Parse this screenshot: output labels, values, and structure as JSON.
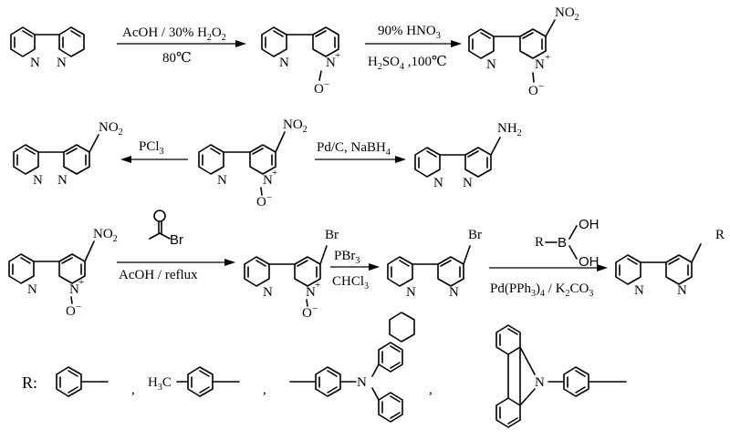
{
  "atoms": {
    "N": "N",
    "O": "O",
    "minus": "−",
    "plus": "+",
    "no2": "NO",
    "two": "2",
    "nh2": "NH",
    "br": "Br",
    "R": "R",
    "B": "B",
    "OH": "OH",
    "h3c_H": "H",
    "h3c_3": "3",
    "h3c_C": "C"
  },
  "steps": {
    "s1": {
      "top": "AcOH / 30% H",
      "top_sub": "2",
      "top_tail": "O",
      "top_sub2": "2",
      "bottom": "80℃"
    },
    "s2": {
      "top": "90% HNO",
      "top_sub": "3",
      "bottom_a": "H",
      "bottom_sub_a": "2",
      "bottom_b": "SO",
      "bottom_sub_b": "4",
      "bottom_tail": " ,100℃"
    },
    "s3": {
      "label": "PCl",
      "label_sub": "3"
    },
    "s4": {
      "label": "Pd/C,  NaBH",
      "label_sub": "4"
    },
    "s5": {
      "reagent_br": "Br",
      "label": "AcOH / reflux"
    },
    "s6": {
      "top": "PBr",
      "top_sub": "3",
      "bottom": "CHCl",
      "bottom_sub": "3"
    },
    "s7": {
      "reagent_R": "R",
      "reagent_B": "B",
      "reagent_OH": "OH",
      "bottom": "Pd(PPh",
      "bottom_sub": "3",
      "bottom_mid": ")",
      "bottom_sub2": "4",
      "bottom_tail": " / K",
      "bottom_sub3": "2",
      "bottom_tail2": "CO",
      "bottom_sub4": "3"
    }
  },
  "r_groups": {
    "label": "R:",
    "separator": ","
  }
}
